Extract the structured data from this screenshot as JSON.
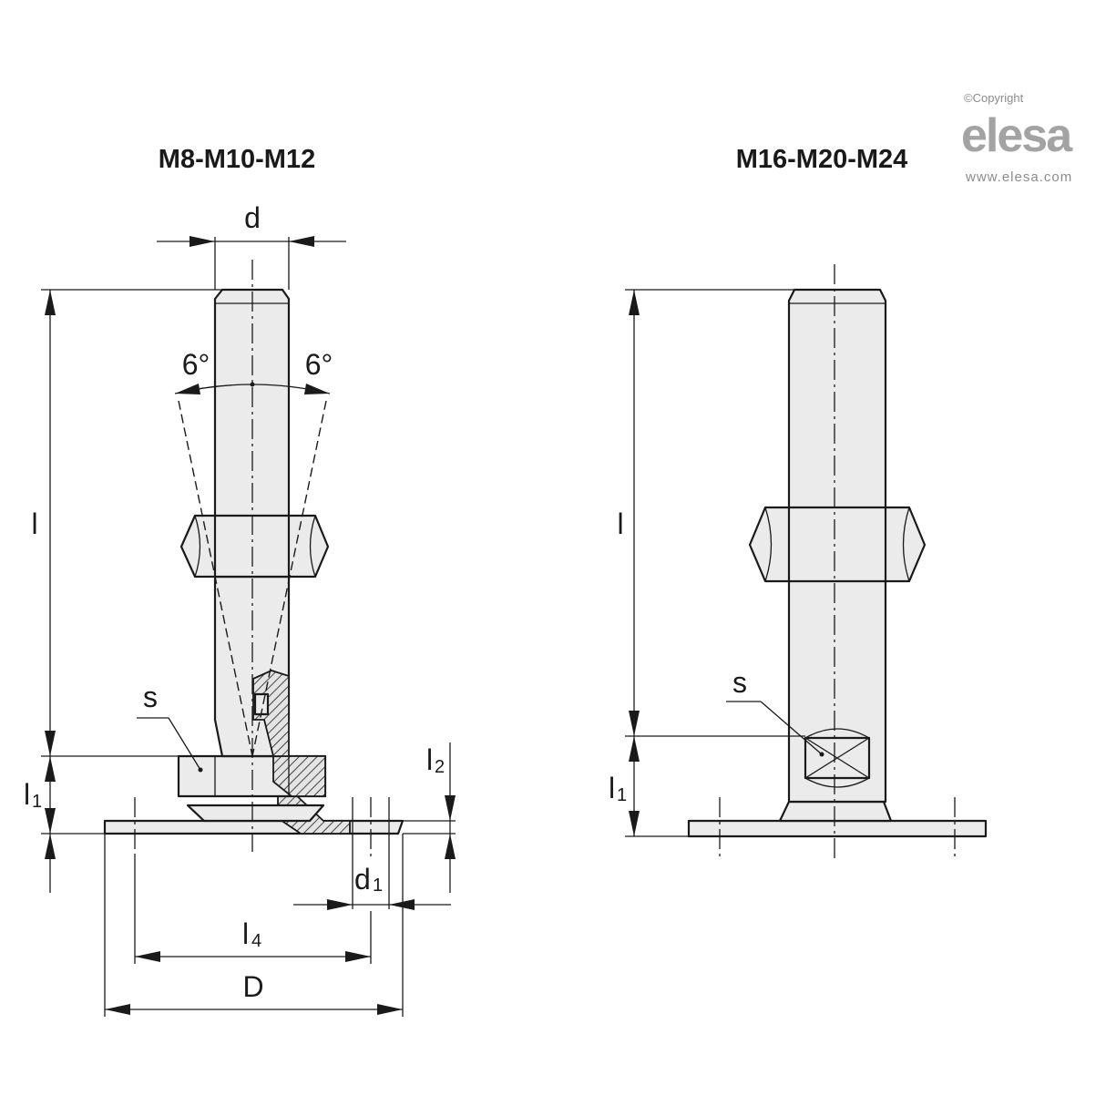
{
  "branding": {
    "copyright": "©Copyright",
    "logo_text": "elesa",
    "website": "www.elesa.com"
  },
  "left_view": {
    "title": "M8-M10-M12",
    "labels": {
      "d": "d",
      "angle_left": "6°",
      "angle_right": "6°",
      "l": "l",
      "l1_base": "l",
      "l1_sub": "1",
      "l2_base": "l",
      "l2_sub": "2",
      "s": "s",
      "d1_base": "d",
      "d1_sub": "1",
      "l4_base": "l",
      "l4_sub": "4",
      "D": "D"
    }
  },
  "right_view": {
    "title": "M16-M20-M24",
    "labels": {
      "l": "l",
      "l1_base": "l",
      "l1_sub": "1",
      "s": "s"
    }
  }
}
